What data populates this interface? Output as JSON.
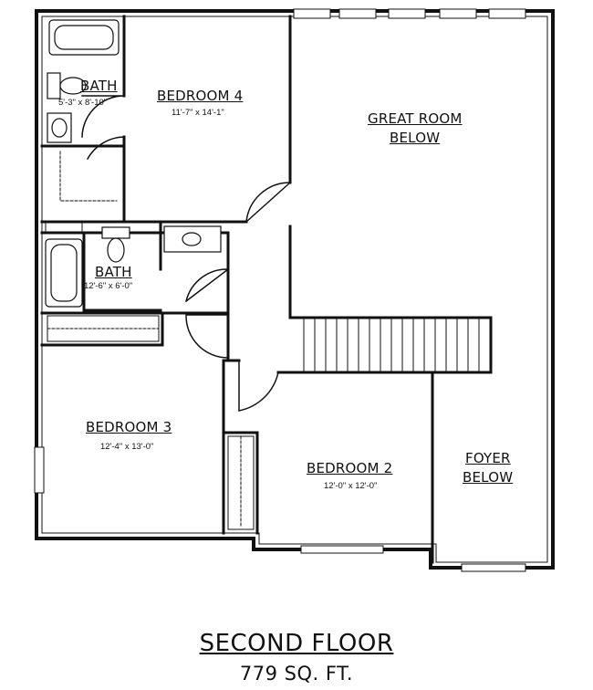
{
  "plan": {
    "title": "SECOND FLOOR",
    "area": "779 SQ. FT."
  },
  "rooms": {
    "bath_upper": {
      "name": "BATH",
      "dims": "5'-3\" x 8'-10\""
    },
    "bedroom_4": {
      "name": "BEDROOM 4",
      "dims": "11'-7\" x 14'-1\""
    },
    "great_room": {
      "line1": "GREAT ROOM",
      "line2": "BELOW"
    },
    "bath_lower": {
      "name": "BATH",
      "dims": "12'-6\" x 6'-0\""
    },
    "bedroom_3": {
      "name": "BEDROOM 3",
      "dims": "12'-4\" x 13'-0\""
    },
    "bedroom_2": {
      "name": "BEDROOM 2",
      "dims": "12'-0\" x 12'-0\""
    },
    "foyer": {
      "line1": "FOYER",
      "line2": "BELOW"
    }
  }
}
